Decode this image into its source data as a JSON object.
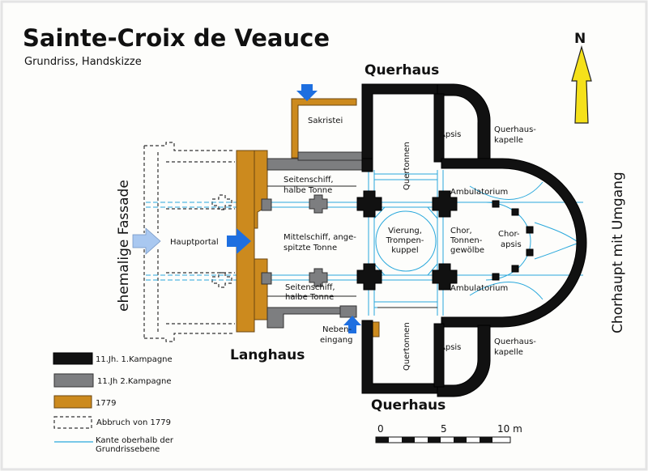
{
  "title": "Sainte-Croix de Veauce",
  "subtitle": "Grundriss, Handskizze",
  "north": {
    "label": "N",
    "arrow_color": "#f5e11a"
  },
  "colors": {
    "campaign1": "#111111",
    "campaign2": "#7d7e80",
    "y1779": "#cc8a1e",
    "upper_edge": "#29a8dc",
    "entrance_arrow": "#1e6fe0",
    "former_entrance_arrow": "#a9c8f0"
  },
  "section_labels": {
    "querhaus_north": "Querhaus",
    "querhaus_south": "Querhaus",
    "langhaus": "Langhaus",
    "fassade": "ehemalige Fassade",
    "chorhaupt": "Chorhaupt mit Umgang"
  },
  "rooms": {
    "sakristei": "Sakristei",
    "apsis_north": "Apsis",
    "apsis_south": "Apsis",
    "kapelle_north": [
      "Querhaus-",
      "kapelle"
    ],
    "kapelle_south": [
      "Querhaus-",
      "kapelle"
    ],
    "quertonnen_north": "Quertonnen",
    "quertonnen_south": "Quertonnen",
    "seitenschiff_north": [
      "Seitenschiff,",
      "halbe Tonne"
    ],
    "seitenschiff_south": [
      "Seitenschiff,",
      "halbe Tonne"
    ],
    "mittelschiff": [
      "Mittelschiff, ange-",
      "spitzte Tonne"
    ],
    "vierung": [
      "Vierung,",
      "Trompen-",
      "kuppel"
    ],
    "chor": [
      "Chor,",
      "Tonnen-",
      "gewölbe"
    ],
    "chorapsis": [
      "Chor-",
      "apsis"
    ],
    "ambulatorium_north": "Ambulatorium",
    "ambulatorium_south": "Ambulatorium",
    "hauptportal": "Hauptportal",
    "nebeneingang": [
      "Neben-",
      "eingang"
    ]
  },
  "legend": [
    {
      "label": "11.Jh. 1.Kampagne",
      "style": "black"
    },
    {
      "label": "11.Jh 2.Kampagne",
      "style": "gray"
    },
    {
      "label": "1779",
      "style": "orange"
    },
    {
      "label": "Abbruch von 1779",
      "style": "dashed"
    },
    {
      "label": [
        "Kante oberhalb der",
        "Grundrissebene"
      ],
      "style": "blue-line"
    }
  ],
  "scale": {
    "ticks": [
      "0",
      "5",
      "10 m"
    ]
  }
}
